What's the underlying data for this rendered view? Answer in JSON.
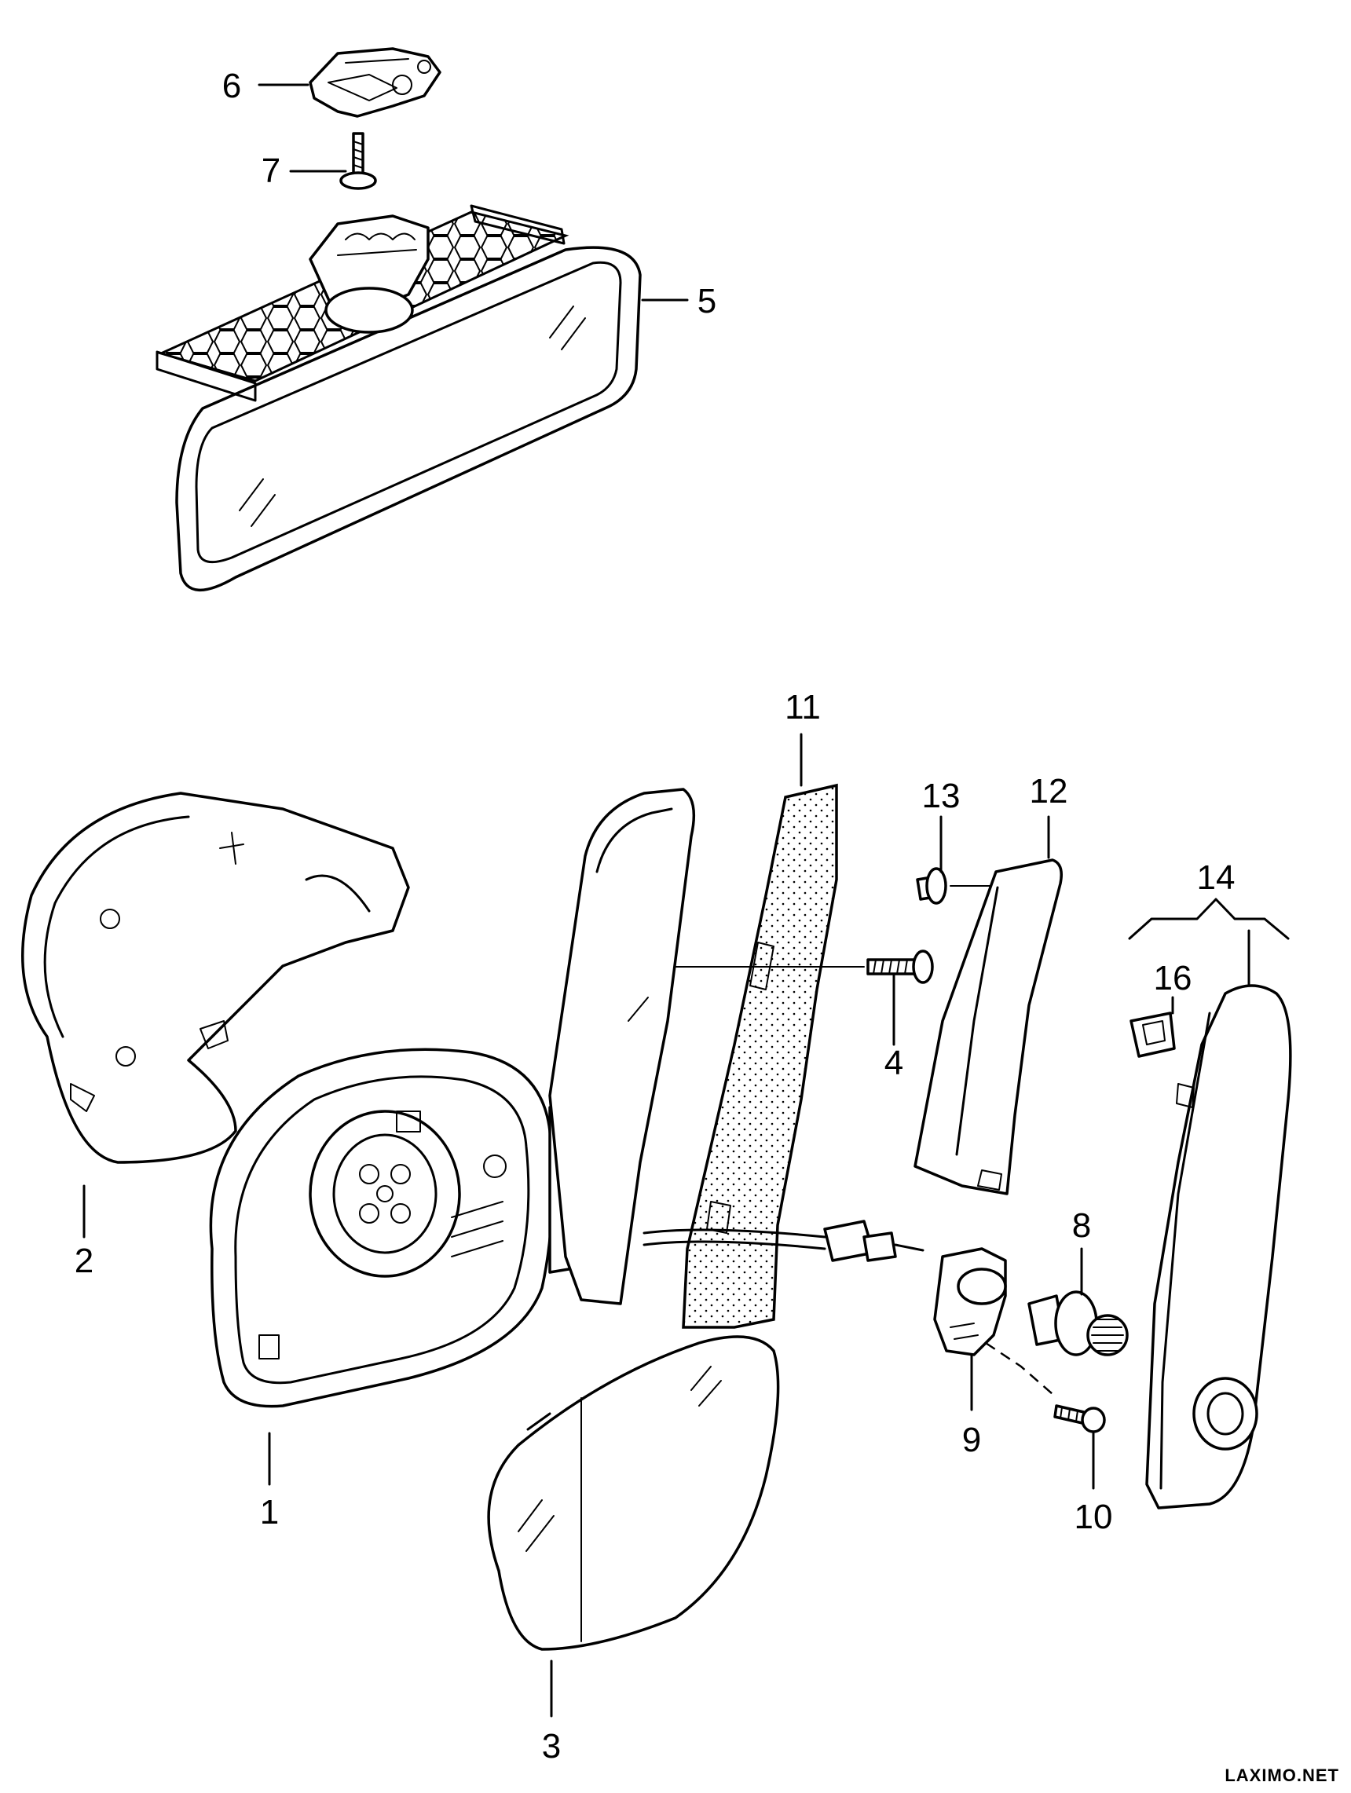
{
  "callouts": {
    "c1": "1",
    "c2": "2",
    "c3": "3",
    "c4": "4",
    "c5": "5",
    "c6": "6",
    "c7": "7",
    "c8": "8",
    "c9": "9",
    "c10": "10",
    "c11": "11",
    "c12": "12",
    "c13": "13",
    "c14": "14",
    "c16": "16"
  },
  "watermark": "LAXIMO.NET"
}
